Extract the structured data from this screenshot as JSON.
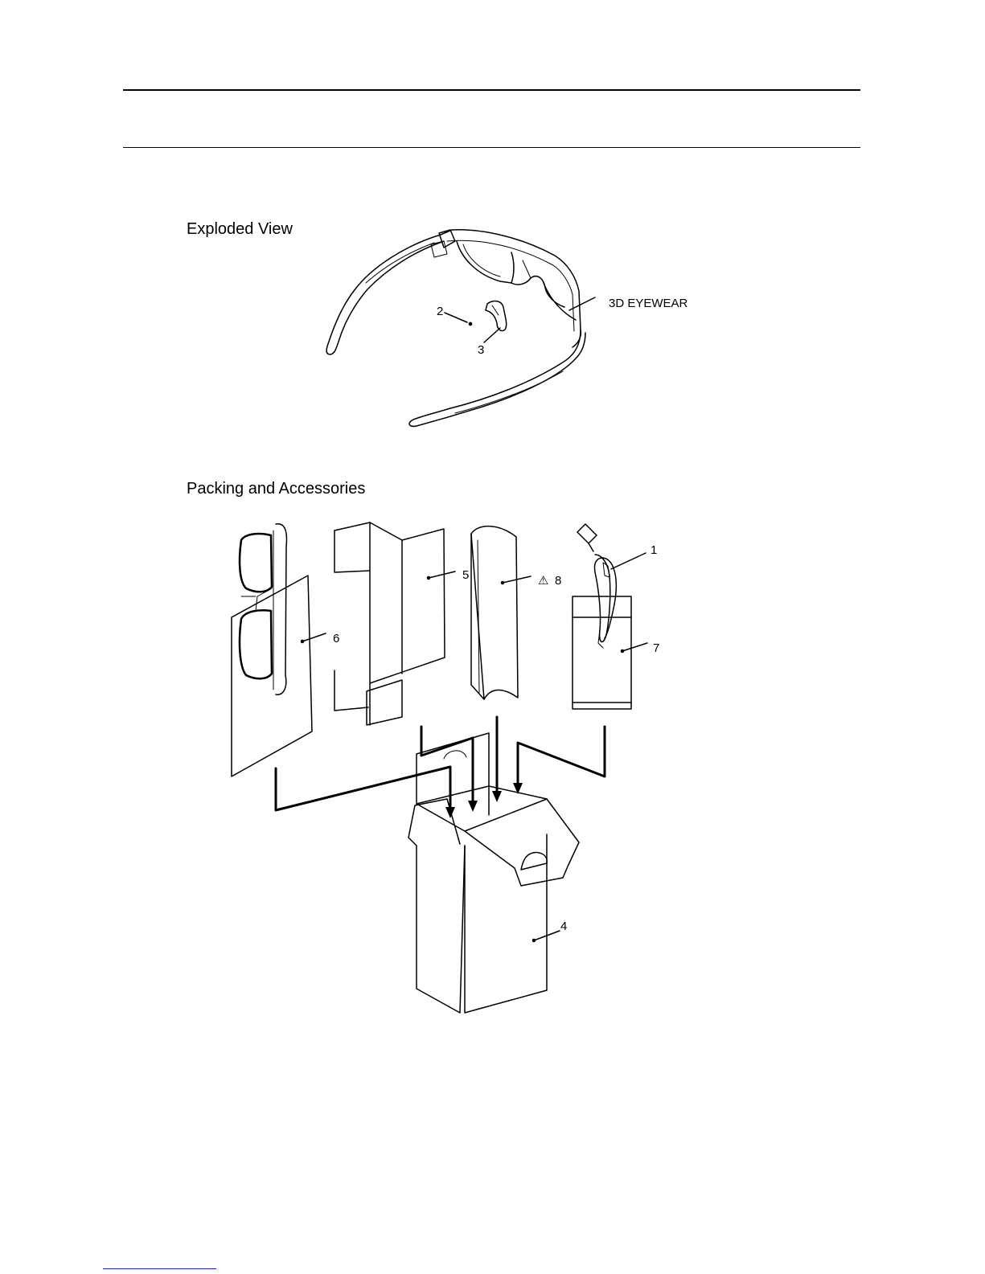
{
  "sections": {
    "exploded_view": {
      "title": "Exploded View",
      "labels": {
        "eyewear": "3D EYEWEAR",
        "part2": "2",
        "part3": "3"
      }
    },
    "packing": {
      "title": "Packing and Accessories",
      "labels": {
        "part1": "1",
        "part4": "4",
        "part5": "5",
        "part6": "6",
        "part7": "7",
        "part8": "8",
        "warning_symbol": "⚠"
      }
    }
  }
}
